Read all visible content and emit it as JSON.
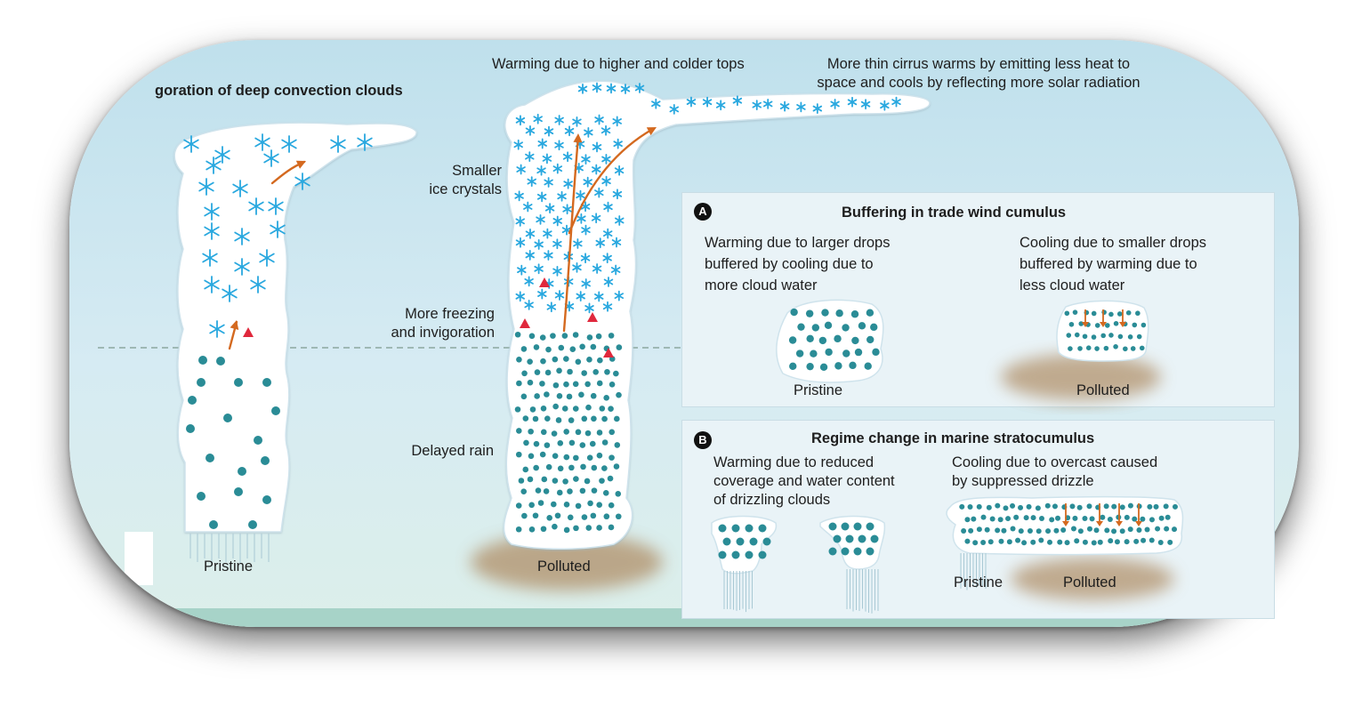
{
  "deep_convection": {
    "title": "goration of deep convection clouds",
    "warming_tops": "Warming due to higher and colder tops",
    "thin_cirrus": "More thin cirrus warms by emitting less heat to\nspace and cools by reflecting more solar radiation",
    "smaller_ice": "Smaller\nice crystals",
    "more_freezing": "More freezing\nand invigoration",
    "delayed_rain": "Delayed rain",
    "pristine": "Pristine",
    "polluted": "Polluted"
  },
  "panel_a": {
    "badge": "A",
    "title": "Buffering in trade wind cumulus",
    "left_text": "Warming due to larger drops\nbuffered by cooling due to\nmore cloud water",
    "right_text": "Cooling due to smaller drops\nbuffered by warming due to\nless cloud water",
    "pristine": "Pristine",
    "polluted": "Polluted"
  },
  "panel_b": {
    "badge": "B",
    "title": "Regime change in marine stratocumulus",
    "left_text": "Warming due to reduced\ncoverage and water content\nof drizzling clouds",
    "right_text": "Cooling due to overcast caused\nby suppressed drizzle",
    "pristine": "Pristine",
    "polluted": "Polluted"
  },
  "colors": {
    "ice": "#29a8df",
    "droplet": "#2a8c96",
    "arrow": "#d4691f",
    "freeze_marker": "#e0283c",
    "pollution": "#b08f68",
    "cloud": "#ffffff"
  }
}
